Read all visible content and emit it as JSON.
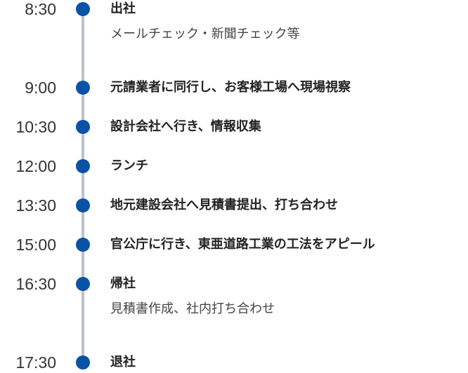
{
  "timeline": [
    {
      "time": "8:30",
      "title": "出社",
      "detail": "メールチェック・新聞チェック等"
    },
    {
      "time": "9:00",
      "title": "元請業者に同行し、お客様工場へ現場視察"
    },
    {
      "time": "10:30",
      "title": "設計会社へ行き、情報収集"
    },
    {
      "time": "12:00",
      "title": "ランチ"
    },
    {
      "time": "13:30",
      "title": "地元建設会社へ見積書提出、打ち合わせ"
    },
    {
      "time": "15:00",
      "title": "官公庁に行き、東亜道路工業の工法をアピール"
    },
    {
      "time": "16:30",
      "title": "帰社",
      "detail": "見積書作成、社内打ち合わせ"
    },
    {
      "time": "17:30",
      "title": "退社"
    }
  ],
  "colors": {
    "dot": "#0a52a5",
    "line": "#b9c3cd"
  }
}
